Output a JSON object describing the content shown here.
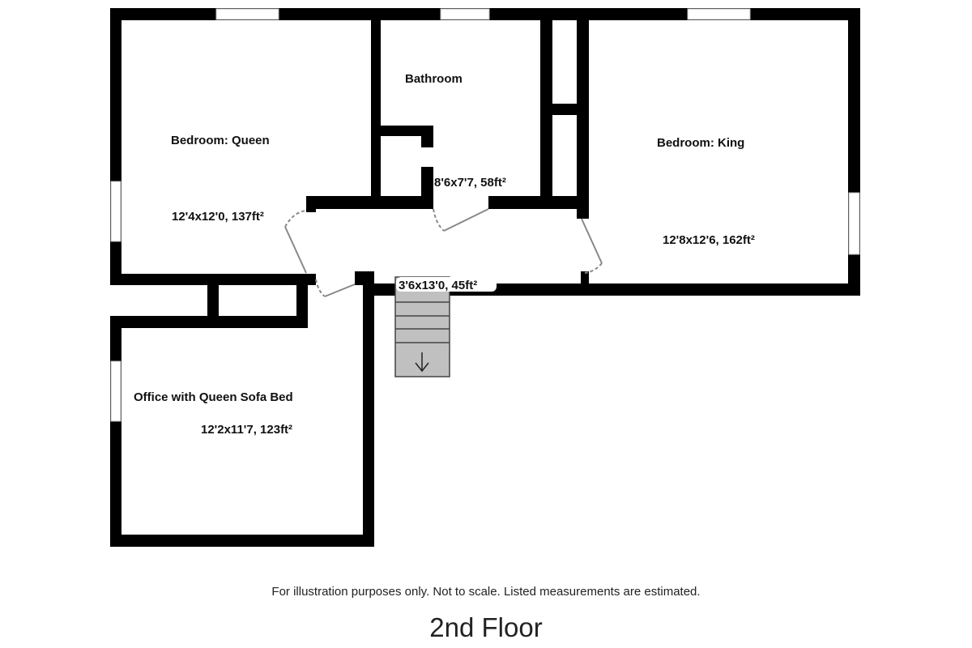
{
  "rooms": [
    {
      "name": "Bedroom: Queen",
      "dims": "12'4x12'0, 137ft²"
    },
    {
      "name": "Bathroom",
      "dims": "8'6x7'7, 58ft²"
    },
    {
      "name": "Bedroom: King",
      "dims": "12'8x12'6, 162ft²"
    },
    {
      "name": "Office with Queen Sofa Bed",
      "dims": "12'2x11'7, 123ft²"
    }
  ],
  "hallway": {
    "dims": "3'6x13'0, 45ft²"
  },
  "stairs": {
    "direction": "down"
  },
  "footer": {
    "disclaimer": "For illustration purposes only. Not to scale. Listed measurements are estimated.",
    "floor_title": "2nd Floor"
  },
  "colors": {
    "wall": "#000000",
    "stairs": "#c0c0c0",
    "door": "#888888"
  }
}
